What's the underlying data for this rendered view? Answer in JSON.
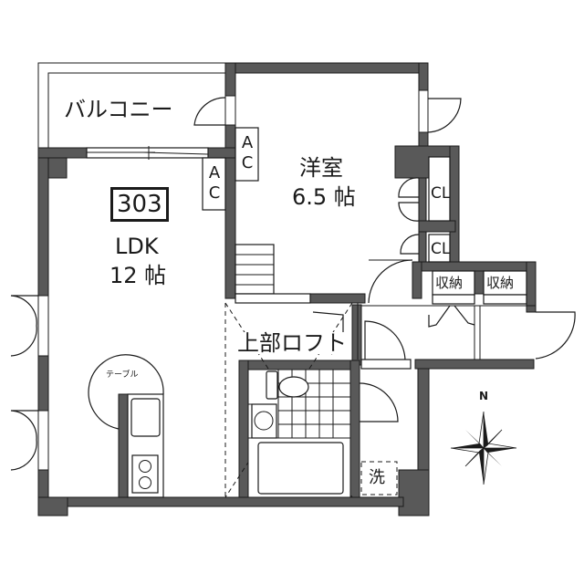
{
  "plan": {
    "unit_number": "303",
    "rooms": {
      "balcony": {
        "label": "バルコニー"
      },
      "ldk": {
        "label": "LDK",
        "size": "12 帖"
      },
      "western_room": {
        "label": "洋室",
        "size": "6.5 帖"
      },
      "loft": {
        "label": "上部ロフト"
      },
      "table": {
        "label": "テーブル"
      },
      "washer": {
        "label": "洗"
      }
    },
    "storage": {
      "ac_left": {
        "line1": "A",
        "line2": "C"
      },
      "ac_right": {
        "line1": "A",
        "line2": "C"
      },
      "closet_1": {
        "label": "CL"
      },
      "closet_2": {
        "label": "CL"
      },
      "storage_1": {
        "label": "収納"
      },
      "storage_2": {
        "label": "収納"
      }
    },
    "compass": {
      "label": "N"
    },
    "colors": {
      "wall": "#595959",
      "line": "#1a1a1a",
      "background": "#ffffff"
    }
  }
}
